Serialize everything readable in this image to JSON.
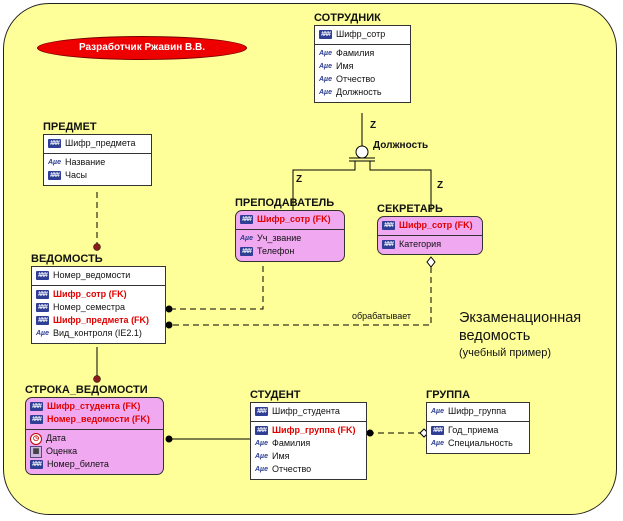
{
  "developer_banner": "Разработчик Ржавин В.В.",
  "caption": {
    "line1": "Экзаменационная",
    "line2": "ведомость",
    "line3": "(учебный пример)"
  },
  "colors": {
    "background": "#ffff99",
    "fk_text": "#e00000",
    "highlight_entity": "#f0a8f0",
    "banner": "#ee0000"
  },
  "entities": {
    "sotrudnik": {
      "title": "СОТРУДНИК",
      "keys": [
        {
          "text": "Шифр_сотр",
          "icon": "key-icon"
        }
      ],
      "attrs": [
        {
          "text": "Фамилия",
          "icon": "attribute-icon"
        },
        {
          "text": "Имя",
          "icon": "attribute-icon"
        },
        {
          "text": "Отчество",
          "icon": "attribute-icon"
        },
        {
          "text": "Должность",
          "icon": "attribute-icon"
        }
      ]
    },
    "predmet": {
      "title": "ПРЕДМЕТ",
      "keys": [
        {
          "text": "Шифр_предмета",
          "icon": "key-icon"
        }
      ],
      "attrs": [
        {
          "text": "Название",
          "icon": "attribute-icon"
        },
        {
          "text": "Часы",
          "icon": "key-icon"
        }
      ]
    },
    "prepodavatel": {
      "title": "ПРЕПОДАВАТЕЛЬ",
      "keys": [
        {
          "text": "Шифр_сотр (FK)",
          "icon": "key-icon",
          "fk": true
        }
      ],
      "attrs": [
        {
          "text": "Уч_звание",
          "icon": "attribute-icon"
        },
        {
          "text": "Телефон",
          "icon": "key-icon"
        }
      ]
    },
    "sekretar": {
      "title": "СЕКРЕТАРЬ",
      "keys": [
        {
          "text": "Шифр_сотр (FK)",
          "icon": "key-icon",
          "fk": true
        }
      ],
      "attrs": [
        {
          "text": "Категория",
          "icon": "key-icon"
        }
      ]
    },
    "vedomost": {
      "title": "ВЕДОМОСТЬ",
      "keys": [
        {
          "text": "Номер_ведомости",
          "icon": "key-icon"
        }
      ],
      "attrs": [
        {
          "text": "Шифр_сотр (FK)",
          "icon": "key-icon",
          "fk": true
        },
        {
          "text": "Номер_семестра",
          "icon": "key-icon"
        },
        {
          "text": "Шифр_предмета (FK)",
          "icon": "key-icon",
          "fk": true
        },
        {
          "text": "Вид_контроля (IE2.1)",
          "icon": "attribute-icon"
        }
      ]
    },
    "stroka": {
      "title": "СТРОКА_ВЕДОМОСТИ",
      "keys": [
        {
          "text": "Шифр_студента (FK)",
          "icon": "key-icon",
          "fk": true
        },
        {
          "text": "Номер_ведомости (FK)",
          "icon": "key-icon",
          "fk": true
        }
      ],
      "attrs": [
        {
          "text": "Дата",
          "icon": "clock-icon"
        },
        {
          "text": "Оценка",
          "icon": "image-icon"
        },
        {
          "text": "Номер_билета",
          "icon": "key-icon"
        }
      ]
    },
    "student": {
      "title": "СТУДЕНТ",
      "keys": [
        {
          "text": "Шифр_студента",
          "icon": "key-icon"
        }
      ],
      "attrs": [
        {
          "text": "Шифр_группа (FK)",
          "icon": "key-icon",
          "fk": true
        },
        {
          "text": "Фамилия",
          "icon": "attribute-icon"
        },
        {
          "text": "Имя",
          "icon": "attribute-icon"
        },
        {
          "text": "Отчество",
          "icon": "attribute-icon"
        }
      ]
    },
    "gruppa": {
      "title": "ГРУППА",
      "keys": [
        {
          "text": "Шифр_группа",
          "icon": "attribute-icon"
        }
      ],
      "attrs": [
        {
          "text": "Год_приема",
          "icon": "key-icon"
        },
        {
          "text": "Специальность",
          "icon": "attribute-icon"
        }
      ]
    }
  },
  "relationship_labels": {
    "discriminator": "Должность",
    "z": "Z",
    "processes": "обрабатывает"
  }
}
